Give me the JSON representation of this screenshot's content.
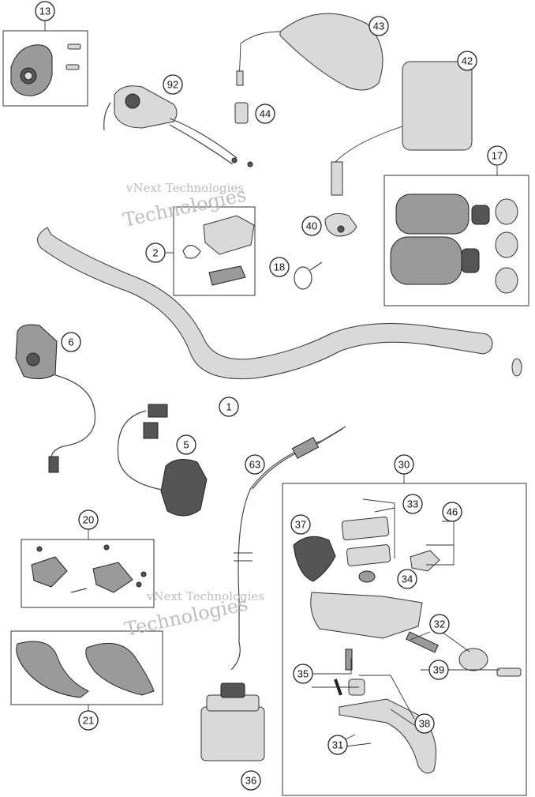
{
  "watermark": {
    "line1": "vNext Technologies",
    "line2": "Technologies"
  },
  "callouts": [
    {
      "id": "13"
    },
    {
      "id": "92"
    },
    {
      "id": "43"
    },
    {
      "id": "42"
    },
    {
      "id": "44"
    },
    {
      "id": "17"
    },
    {
      "id": "2"
    },
    {
      "id": "18"
    },
    {
      "id": "40"
    },
    {
      "id": "6"
    },
    {
      "id": "1"
    },
    {
      "id": "5"
    },
    {
      "id": "63"
    },
    {
      "id": "30"
    },
    {
      "id": "33"
    },
    {
      "id": "46"
    },
    {
      "id": "37"
    },
    {
      "id": "34"
    },
    {
      "id": "20"
    },
    {
      "id": "32"
    },
    {
      "id": "39"
    },
    {
      "id": "35"
    },
    {
      "id": "38"
    },
    {
      "id": "21"
    },
    {
      "id": "31"
    },
    {
      "id": "36"
    }
  ]
}
